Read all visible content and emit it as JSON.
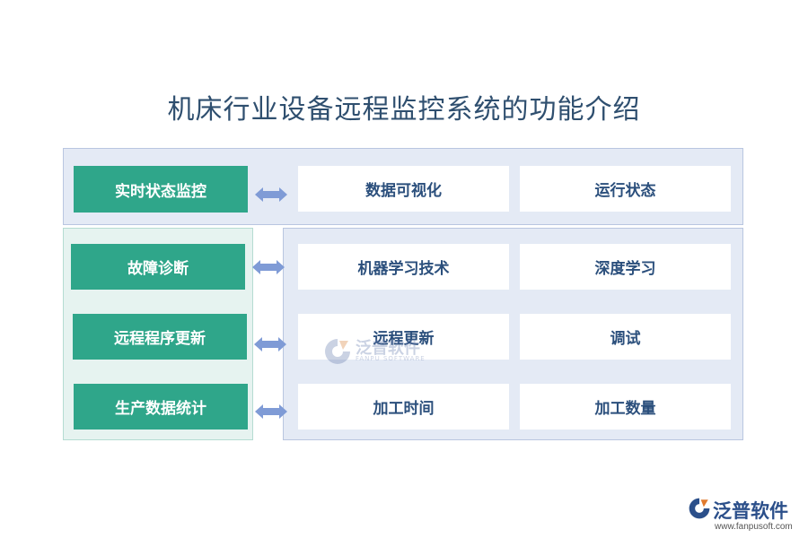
{
  "title": "机床行业设备远程监控系统的功能介绍",
  "rows": [
    {
      "category": "实时状态监控",
      "items": [
        "数据可视化",
        "运行状态"
      ]
    },
    {
      "category": "故障诊断",
      "items": [
        "机器学习技术",
        "深度学习"
      ]
    },
    {
      "category": "远程程序更新",
      "items": [
        "远程更新",
        "调试"
      ]
    },
    {
      "category": "生产数据统计",
      "items": [
        "加工时间",
        "加工数量"
      ]
    }
  ],
  "watermark": {
    "name": "泛普软件",
    "subtitle": "FANPU SOFTWARE"
  },
  "logo": {
    "name": "泛普软件",
    "url": "www.fanpusoft.com"
  },
  "colors": {
    "category_fill": "#2fa68a",
    "panel_blue": "#e4eaf5",
    "panel_green": "#e6f3f0",
    "item_text": "#2b4f7c",
    "arrow": "#7f9bd6"
  }
}
